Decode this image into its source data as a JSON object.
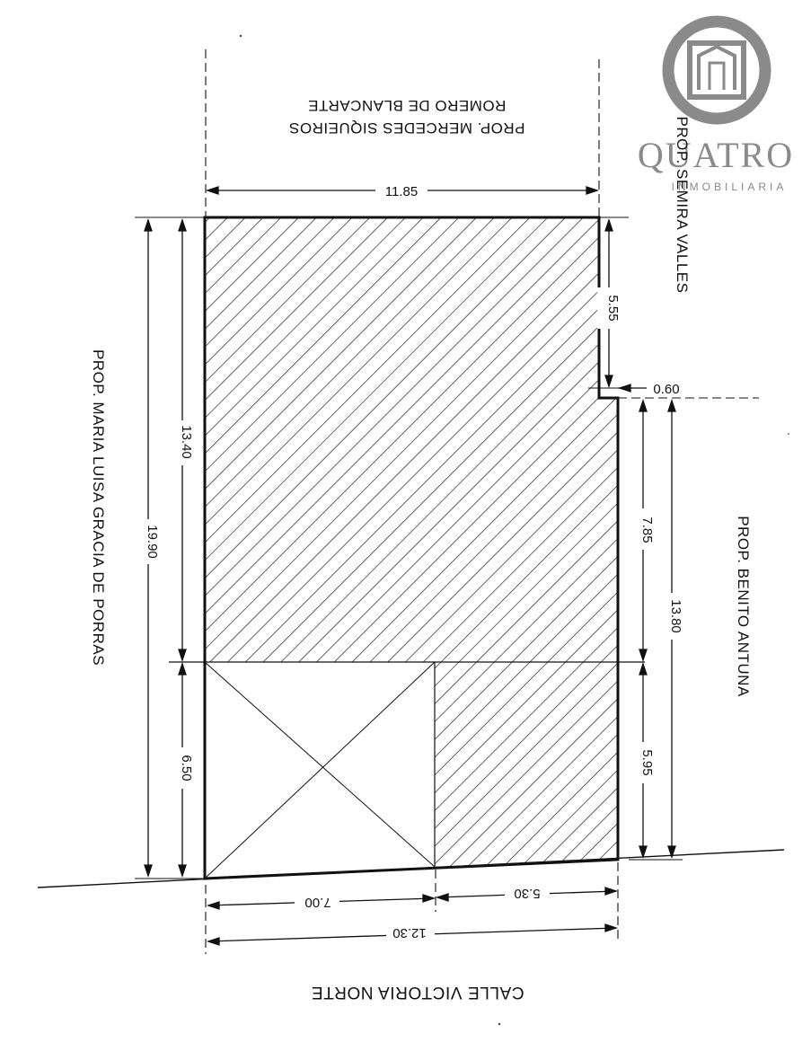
{
  "logo": {
    "word": "QUATRO",
    "sub": "INMOBILIARIA",
    "color": "#8a8a8a"
  },
  "owners": {
    "top_line1": "PROP. MERCEDES SIQUEIROS",
    "top_line2": "ROMERO DE BLANCARTE",
    "right_top": "PROP. SEMIRA VALLES",
    "right": "PROP. BENITO ANTUNA",
    "left": "PROP. MARIA LUISA GRACIA DE PORRAS"
  },
  "street": "CALLE VICTORIA NORTE",
  "dimensions": {
    "top_width": "11.85",
    "right_upper": "5.55",
    "step": "0.60",
    "left_upper": "13.40",
    "left_total": "19.90",
    "left_lower": "6.50",
    "right_mid": "7.85",
    "right_total": "13.80",
    "right_lower": "5.95",
    "bottom_left": "7.00",
    "bottom_right": "5.30",
    "bottom_total": "12.30"
  }
}
